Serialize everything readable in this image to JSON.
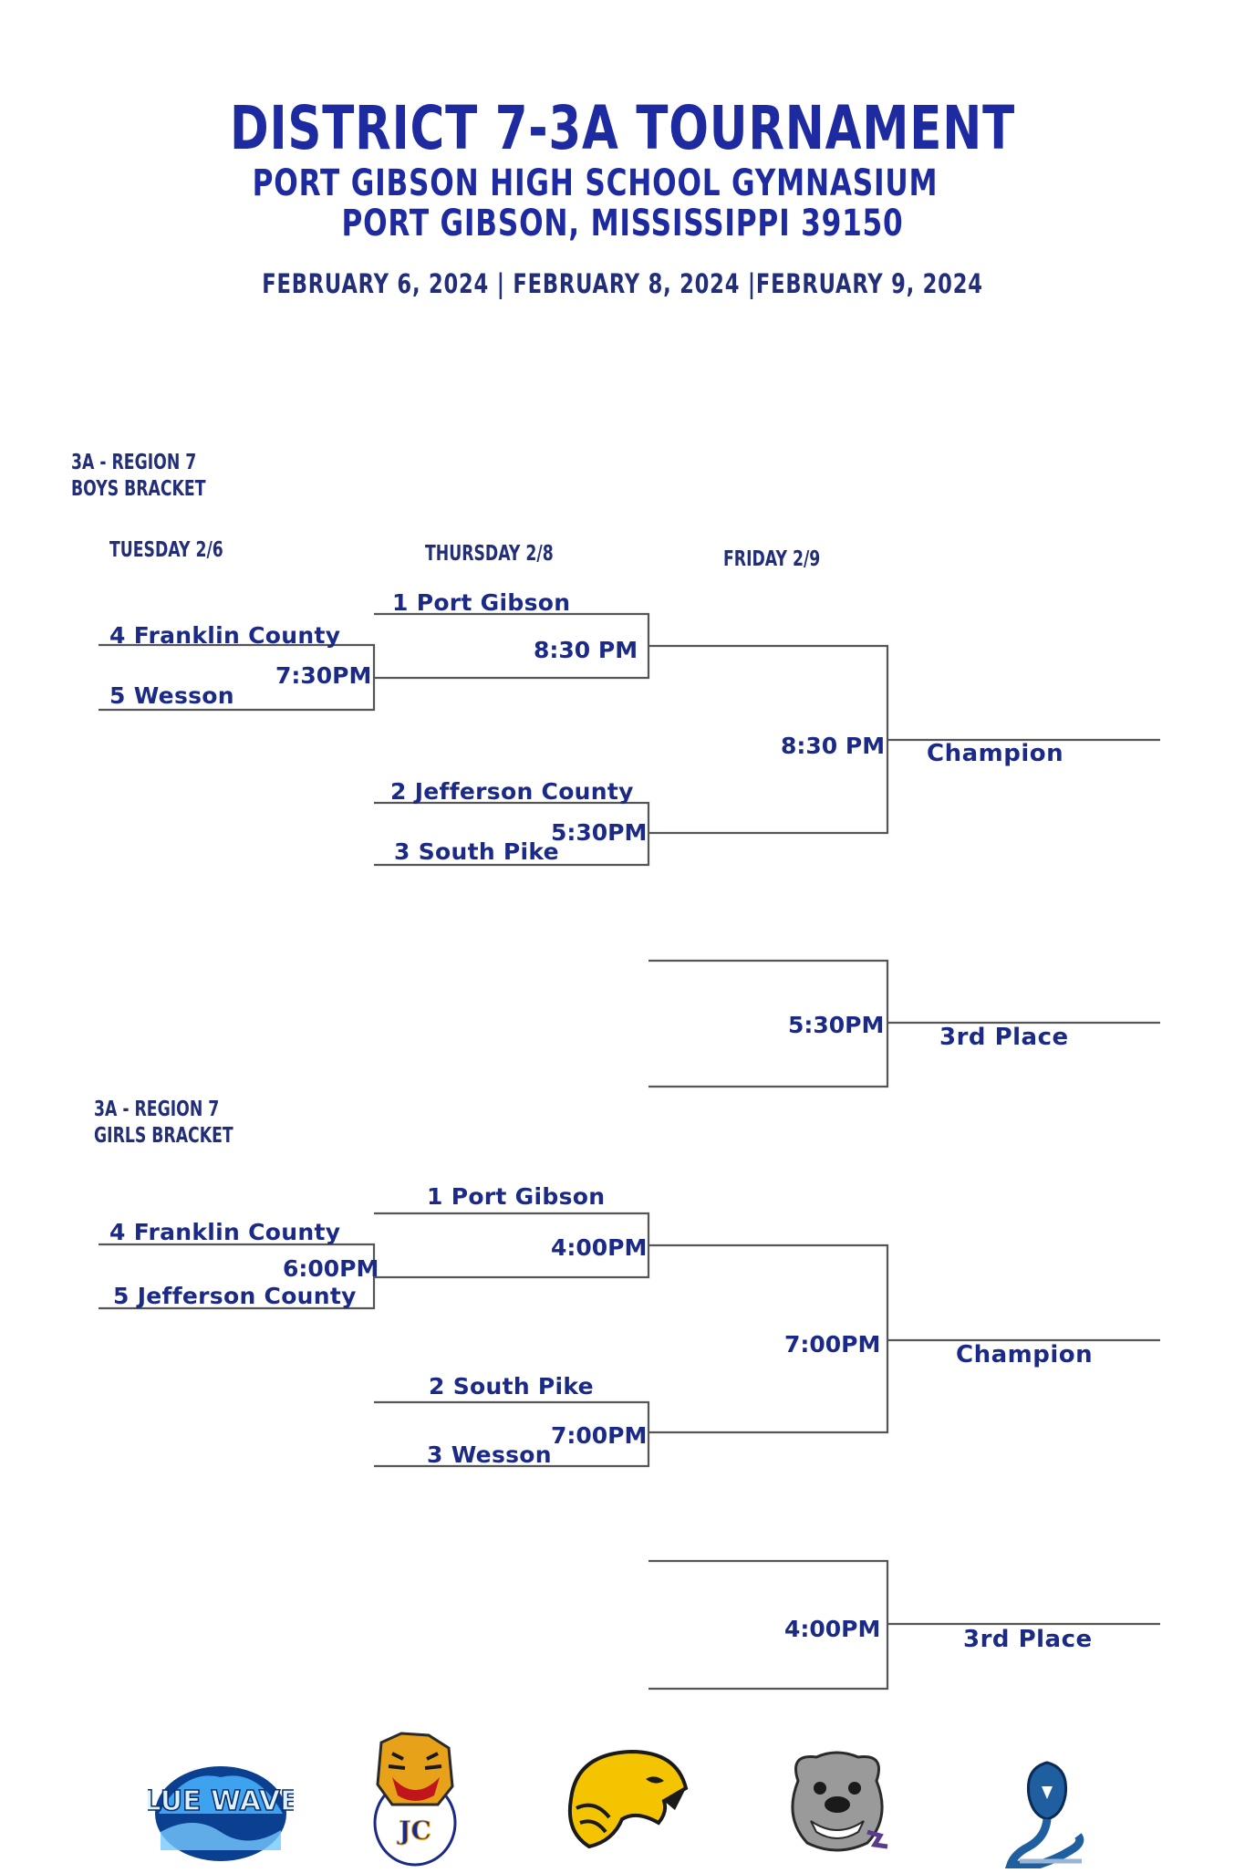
{
  "header": {
    "title": "DISTRICT 7-3A TOURNAMENT",
    "venue_line1": "PORT GIBSON HIGH SCHOOL GYMNASIUM",
    "venue_line2": "PORT GIBSON, MISSISSIPPI 39150",
    "dates": "FEBRUARY 6, 2024 | FEBRUARY 8, 2024 |FEBRUARY 9, 2024"
  },
  "boys": {
    "label_line1": "3A - REGION 7",
    "label_line2": "BOYS BRACKET",
    "day1": "TUESDAY 2/6",
    "day2": "THURSDAY 2/8",
    "day3": "FRIDAY 2/9",
    "round1": {
      "team_a": "4 Franklin County",
      "team_b": "5 Wesson",
      "time": "7:30PM"
    },
    "semi1": {
      "team_a": "1 Port Gibson",
      "time": "8:30 PM"
    },
    "semi2": {
      "team_a": "2 Jefferson County",
      "team_b": "3 South Pike",
      "time": "5:30PM"
    },
    "final": {
      "time": "8:30 PM",
      "label": "Champion"
    },
    "third": {
      "time": "5:30PM",
      "label": "3rd Place"
    }
  },
  "girls": {
    "label_line1": "3A - REGION 7",
    "label_line2": "GIRLS BRACKET",
    "round1": {
      "team_a": "4 Franklin County",
      "team_b": "5 Jefferson County",
      "time": "6:00PM"
    },
    "semi1": {
      "team_a": "1 Port Gibson",
      "time": "4:00PM"
    },
    "semi2": {
      "team_a": "2 South Pike",
      "team_b": "3 Wesson",
      "time": "7:00PM"
    },
    "final": {
      "time": "7:00PM",
      "label": "Champion"
    },
    "third": {
      "time": "4:00PM",
      "label": "3rd Place"
    }
  },
  "logos": [
    {
      "name": "blue-waves-logo",
      "text": "BLUE WAVES",
      "color": "#1f6fd0"
    },
    {
      "name": "jefferson-county-tiger-logo",
      "text": "JC",
      "color": "#e8a21a"
    },
    {
      "name": "golden-eagle-logo",
      "color": "#f5c400"
    },
    {
      "name": "bulldog-logo",
      "color": "#8a8a8a"
    },
    {
      "name": "cobra-logo",
      "color": "#1f5f9f"
    }
  ],
  "colors": {
    "text_blue": "#1b2a86",
    "title_blue": "#1e2aa0",
    "bracket_line": "#555555"
  }
}
